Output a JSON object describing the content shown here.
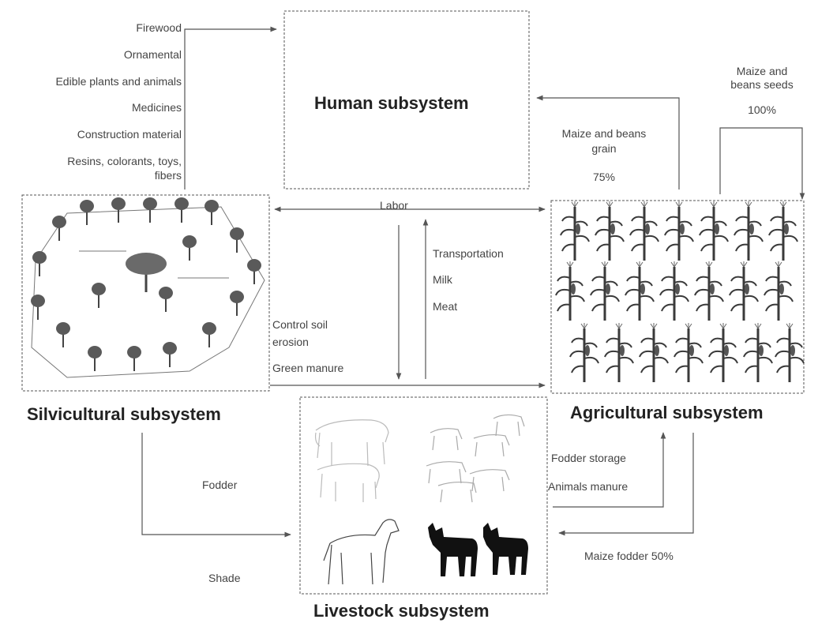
{
  "titles": {
    "human": "Human subsystem",
    "silvicultural": "Silvicultural subsystem",
    "agricultural": "Agricultural subsystem",
    "livestock": "Livestock subsystem"
  },
  "silvi_products": [
    "Firewood",
    "Ornamental",
    "Edible plants and animals",
    "Medicines",
    "Construction material",
    "Resins, colorants, toys,",
    "fibers"
  ],
  "agri_to_human": {
    "line1": "Maize and beans",
    "line2": "grain",
    "pct": "75%"
  },
  "seeds": {
    "line1": "Maize and",
    "line2": "beans seeds",
    "pct": "100%"
  },
  "labor": "Labor",
  "livestock_to_human": [
    "Transportation",
    "Milk",
    "Meat"
  ],
  "silvi_to_agri": [
    "Control soil",
    "erosion",
    "Green manure"
  ],
  "silvi_to_livestock": {
    "fodder": "Fodder",
    "shade": "Shade"
  },
  "livestock_to_agri": [
    "Fodder storage",
    "Animals manure"
  ],
  "agri_to_livestock": "Maize fodder 50%",
  "colors": {
    "line": "#555555",
    "plant": "#3a3a3a",
    "animal_dark": "#111111",
    "animal_light": "#9a9a9a"
  }
}
